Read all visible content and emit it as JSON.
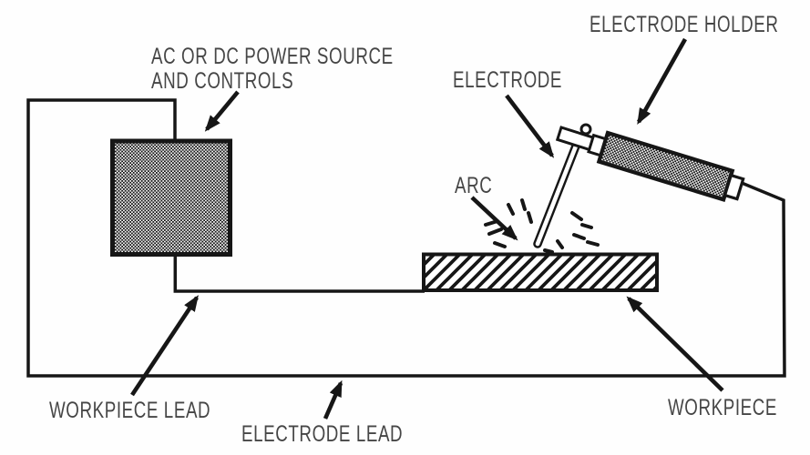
{
  "diagram": {
    "labels": {
      "power_source_line1": "AC OR DC POWER SOURCE",
      "power_source_line2": "AND CONTROLS",
      "electrode_holder": "ELECTRODE HOLDER",
      "electrode": "ELECTRODE",
      "arc": "ARC",
      "workpiece_lead": "WORKPIECE LEAD",
      "electrode_lead": "ELECTRODE LEAD",
      "workpiece": "WORKPIECE"
    },
    "colors": {
      "ink": "#161616",
      "text": "#464646",
      "background": "#fefefe"
    }
  }
}
